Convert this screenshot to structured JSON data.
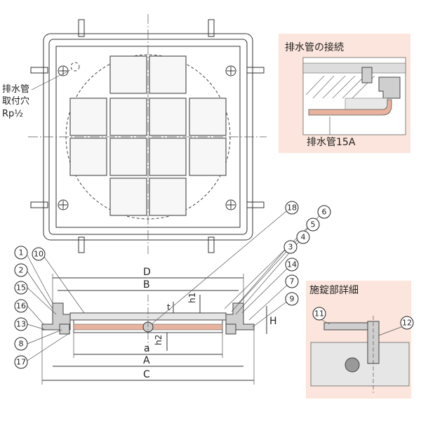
{
  "top_view": {
    "drain_hole_label": [
      "排水管",
      "取付穴",
      "Rp½"
    ]
  },
  "insets": {
    "drain_connection": {
      "title": "排水管の接続",
      "pipe_label": "排水管15A",
      "background": "#fbe5dc"
    },
    "lock_detail": {
      "title": "施錠部詳細",
      "callouts": [
        "11",
        "12"
      ],
      "background": "#fbe5dc"
    }
  },
  "section_view": {
    "dimensions": {
      "D": "D",
      "B": "B",
      "a": "a",
      "A": "A",
      "C": "C",
      "h1": "h1",
      "h2": "h2",
      "H": "H",
      "t": "t"
    },
    "left_callouts": [
      "1",
      "10",
      "2",
      "15",
      "16",
      "13",
      "8",
      "17"
    ],
    "right_callouts": [
      "18",
      "6",
      "5",
      "4",
      "3",
      "14",
      "7",
      "9"
    ],
    "accent_color": "#e8b39e"
  }
}
